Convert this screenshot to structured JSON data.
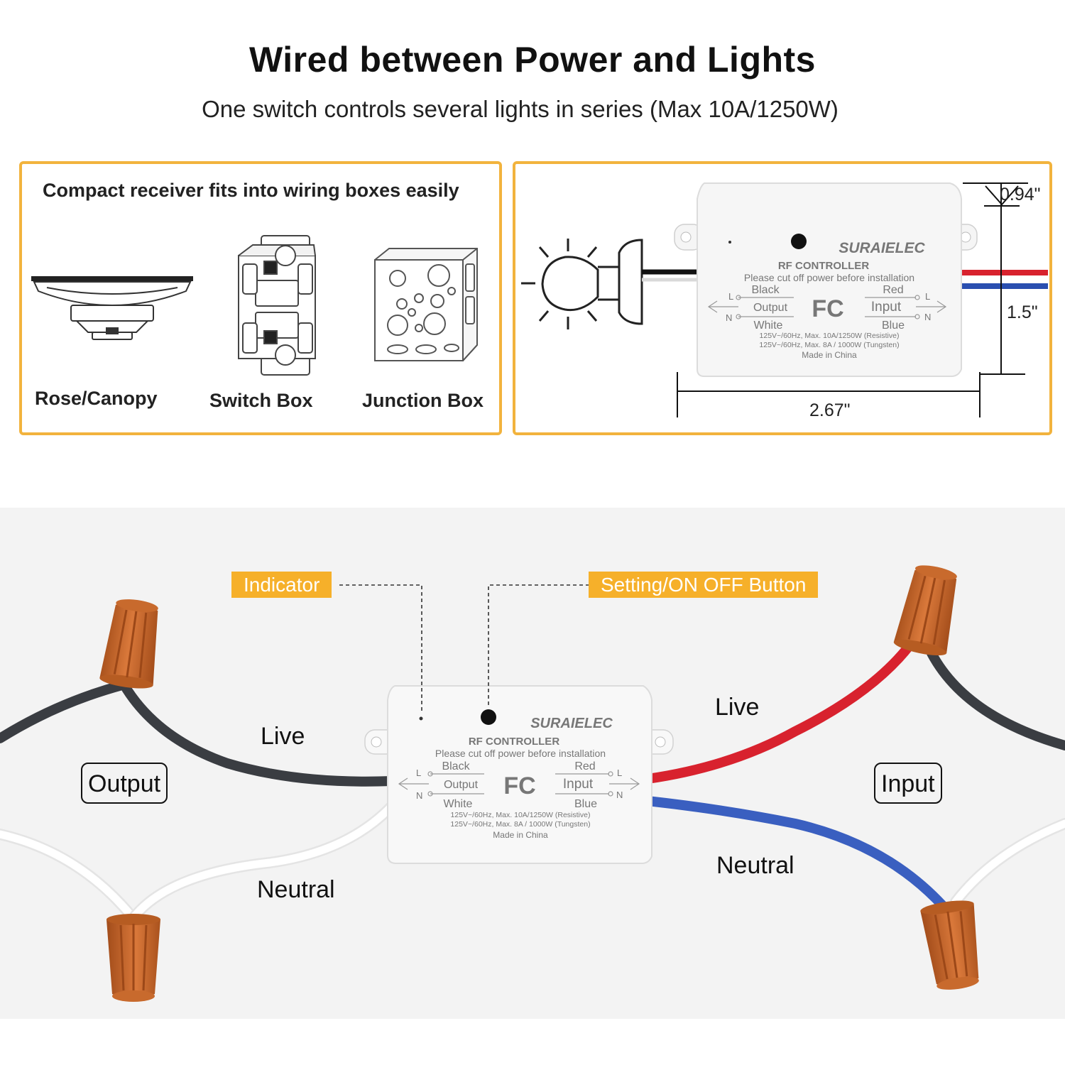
{
  "header": {
    "title": "Wired between Power and Lights",
    "subtitle": "One switch controls several lights in series (Max 10A/1250W)"
  },
  "panel_left": {
    "heading": "Compact receiver fits into wiring boxes easily",
    "boxes": [
      "Rose/Canopy",
      "Switch Box",
      "Junction Box"
    ]
  },
  "device": {
    "brand": "SURAIELEC",
    "model": "RF CONTROLLER",
    "warning": "Please cut off power before installation",
    "left_top": "Black",
    "left_mid": "Output",
    "left_bottom": "White",
    "right_top": "Red",
    "right_mid": "Input",
    "right_bottom": "Blue",
    "pin_l": "L",
    "pin_n": "N",
    "cert": "FC",
    "spec1": "125V~/60Hz, Max. 10A/1250W (Resistive)",
    "spec2": "125V~/60Hz, Max. 8A / 1000W (Tungsten)",
    "origin": "Made in China"
  },
  "dimensions": {
    "depth": "0.94\"",
    "height": "1.5\"",
    "width": "2.67\""
  },
  "wiring": {
    "callout_indicator": "Indicator",
    "callout_button": "Setting/ON OFF Button",
    "live_left": "Live",
    "neutral_left": "Neutral",
    "live_right": "Live",
    "neutral_right": "Neutral",
    "output_tag": "Output",
    "input_tag": "Input"
  },
  "colors": {
    "accent_border": "#f2b33d",
    "callout": "#f6b02a",
    "wire_live_out": "#3a3d42",
    "wire_live_in": "#d8222e",
    "wire_neutral_in": "#3a5fc0",
    "wire_neutral_out": "#ffffff",
    "connector": "#c9692a"
  }
}
